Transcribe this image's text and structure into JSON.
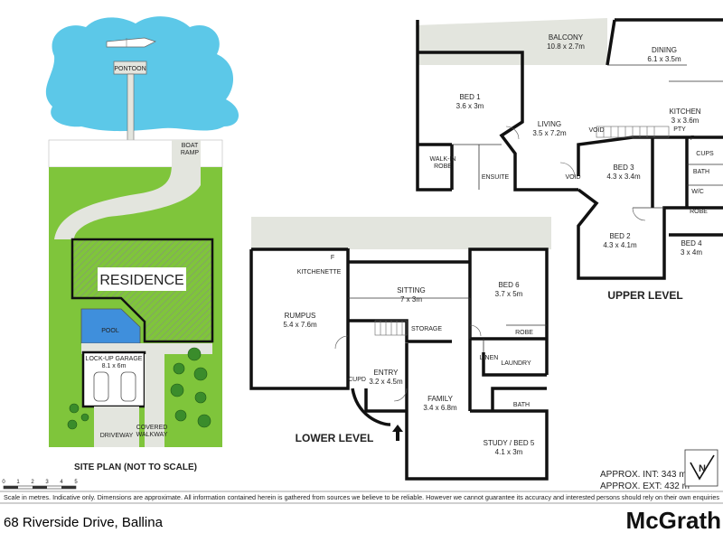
{
  "site_plan": {
    "pontoon": "PONTOON",
    "boat_ramp": [
      "BOAT",
      "RAMP"
    ],
    "residence": "RESIDENCE",
    "pool": "POOL",
    "garage": [
      "LOCK-UP GARAGE",
      "8.1 x 6m"
    ],
    "driveway": "DRIVEWAY",
    "covered_walkway": [
      "COVERED",
      "WALKWAY"
    ],
    "caption": "SITE PLAN (NOT TO SCALE)"
  },
  "scale_bar": {
    "ticks": [
      "0",
      "1",
      "2",
      "3",
      "4",
      "5"
    ],
    "note": "Scale in metres. Indicative only. Dimensions are approximate. All information contained herein is gathered from sources we believe to be reliable. However we cannot guarantee its accuracy and interested persons should rely on their own enquiries"
  },
  "upper_level": {
    "caption": "UPPER LEVEL",
    "rooms": {
      "balcony": {
        "name": "BALCONY",
        "dim": "10.8 x 2.7m"
      },
      "dining": {
        "name": "DINING",
        "dim": "6.1 x 3.5m"
      },
      "kitchen": {
        "name": "KITCHEN",
        "dim": "3 x 3.6m"
      },
      "bed1": {
        "name": "BED 1",
        "dim": "3.6 x 3m"
      },
      "living": {
        "name": "LIVING",
        "dim": "3.5 x 7.2m"
      },
      "bed3": {
        "name": "BED 3",
        "dim": "4.3 x 3.4m"
      },
      "bed2": {
        "name": "BED 2",
        "dim": "4.3 x 4.1m"
      },
      "bed4": {
        "name": "BED 4",
        "dim": "3 x 4m"
      }
    },
    "labels": {
      "walk_in_robe": [
        "WALK-IN",
        "ROBE"
      ],
      "ensuite": "ENSUITE",
      "void1": "VOID",
      "void2": "VOID",
      "bath": "BATH",
      "wc": "W/C",
      "robe": "ROBE",
      "f": "F",
      "pty": "PTY",
      "cups": "CUPS"
    }
  },
  "lower_level": {
    "caption": "LOWER LEVEL",
    "rooms": {
      "rumpus": {
        "name": "RUMPUS",
        "dim": "5.4 x 7.6m"
      },
      "sitting": {
        "name": "SITTING",
        "dim": "7 x 3m"
      },
      "bed6": {
        "name": "BED 6",
        "dim": "3.7 x 5m"
      },
      "entry": {
        "name": "ENTRY",
        "dim": "3.2 x 4.5m"
      },
      "family": {
        "name": "FAMILY",
        "dim": "3.4 x 6.8m"
      },
      "study": {
        "name": "STUDY / BED 5",
        "dim": "4.1 x 3m"
      }
    },
    "labels": {
      "kitchenette": "KITCHENETTE",
      "storage": "STORAGE",
      "laundry": "LAUNDRY",
      "linen": "LINEN",
      "bath": "BATH",
      "robe": "ROBE",
      "cupd": "CUPD",
      "f": "F"
    }
  },
  "areas": {
    "int": "APPROX. INT: 343 m²",
    "ext": "APPROX. EXT: 432 m²"
  },
  "compass": "N",
  "footer": {
    "address": "68 Riverside Drive, Ballina",
    "brand": "McGrath"
  },
  "colors": {
    "water": "#5cc8e8",
    "lawn": "#7fc53b",
    "terrace": "#e3e5de",
    "pool": "#3f8fdc",
    "hatch": "#888888",
    "brand": "#111111"
  }
}
